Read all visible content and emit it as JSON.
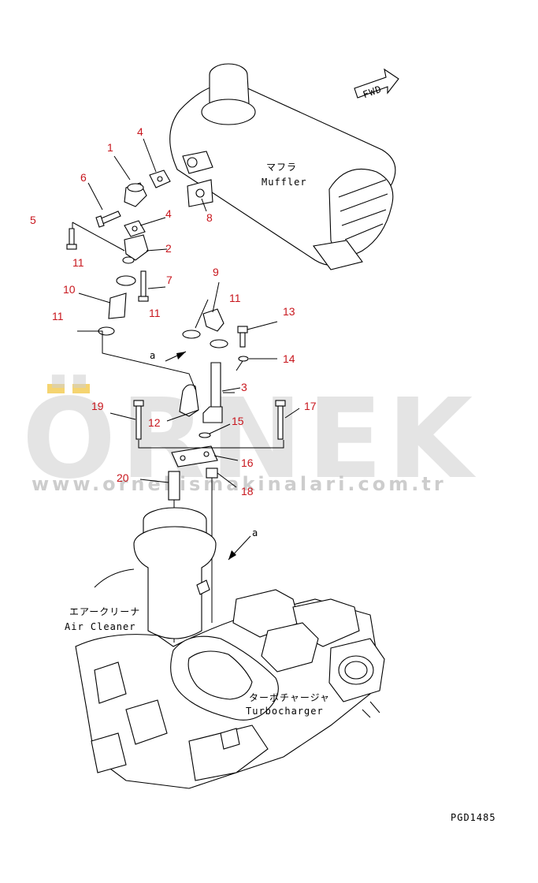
{
  "watermark": {
    "brand": "ÖRNEK",
    "url": "www.ornekismakinalari.com.tr",
    "accent_color": "#f2c94c"
  },
  "labels": {
    "muffler_jp": "マフラ",
    "muffler_en": "Muffler",
    "air_cleaner_jp": "エアークリーナ",
    "air_cleaner_en": "Air Cleaner",
    "turbo_jp": "ターボチャージャ",
    "turbo_en": "Turbocharger",
    "fwd": "FWD",
    "ref_a_top": "a",
    "ref_a_bottom": "a",
    "drawing_code": "PGD1485"
  },
  "callouts": {
    "c1": "1",
    "c2": "2",
    "c3": "3",
    "c4a": "4",
    "c4b": "4",
    "c5": "5",
    "c6": "6",
    "c7": "7",
    "c8": "8",
    "c9": "9",
    "c10": "10",
    "c11a": "11",
    "c11b": "11",
    "c11c": "11",
    "c11d": "11",
    "c12": "12",
    "c13": "13",
    "c14": "14",
    "c15": "15",
    "c16": "16",
    "c17": "17",
    "c18": "18",
    "c19": "19",
    "c20": "20"
  },
  "colors": {
    "callout": "#c8161d",
    "line": "#000000",
    "watermark": "#cfcfcf"
  }
}
